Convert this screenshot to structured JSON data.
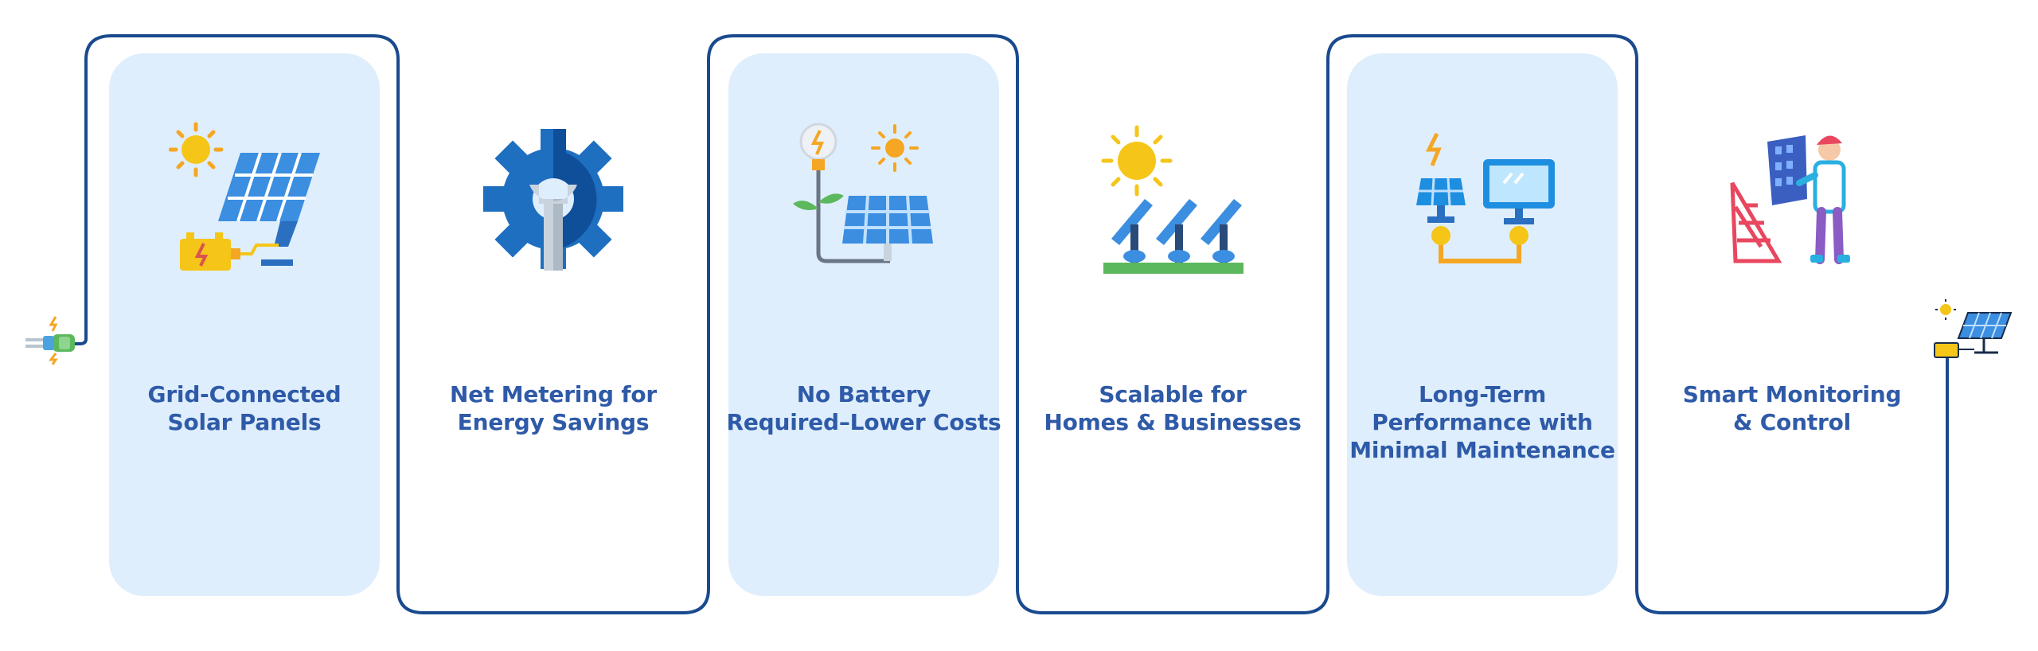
{
  "colors": {
    "wire": "#1a4a8e",
    "card_fill": "#dfeefc",
    "label_text": "#2e5aa8"
  },
  "end_decorations": {
    "start_icon": "power-plug-icon",
    "end_icon": "solar-panel-battery-icon"
  },
  "features": [
    {
      "icon": "solar-panel-battery-icon",
      "lines": [
        "Grid-Connected",
        "Solar Panels"
      ]
    },
    {
      "icon": "gear-wrench-icon",
      "lines": [
        "Net Metering for",
        "Energy Savings"
      ]
    },
    {
      "icon": "bulb-sun-panel-icon",
      "lines": [
        "No Battery",
        "Required–Lower Costs"
      ]
    },
    {
      "icon": "solar-array-icon",
      "lines": [
        "Scalable for",
        "Homes & Businesses"
      ]
    },
    {
      "icon": "panel-monitor-icon",
      "lines": [
        "Long-Term",
        "Performance with",
        "Minimal Maintenance"
      ]
    },
    {
      "icon": "installer-worker-icon",
      "lines": [
        "Smart Monitoring",
        "& Control"
      ]
    }
  ]
}
